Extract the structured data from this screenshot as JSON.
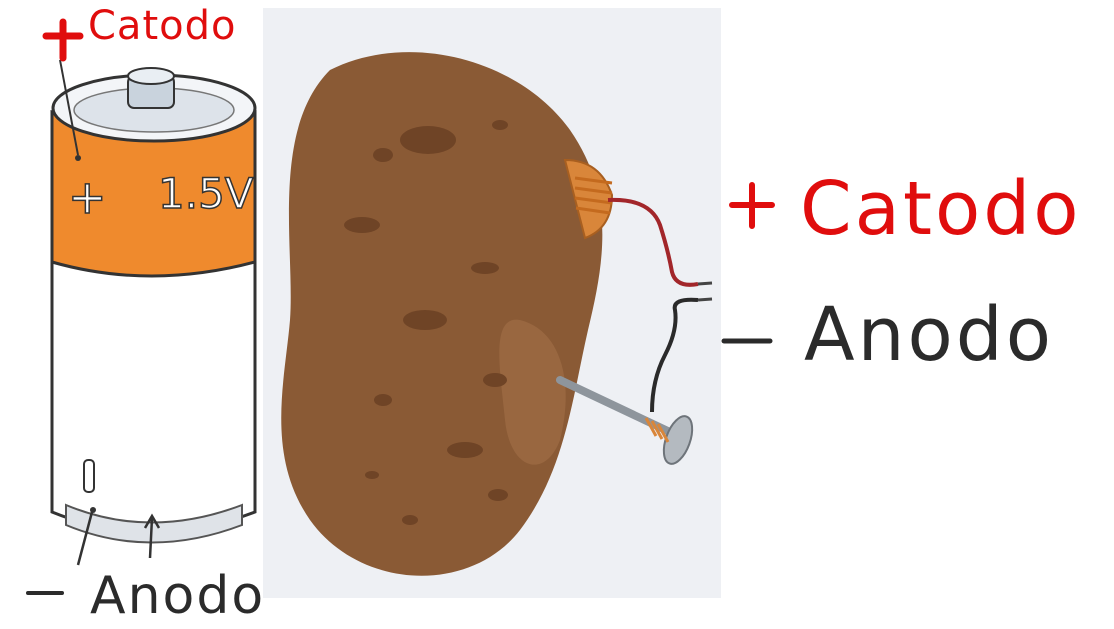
{
  "battery": {
    "voltage_label": "1.5V",
    "plus_mark": "+",
    "catodo": {
      "sign": "+",
      "text": "Catodo"
    },
    "anodo": {
      "sign": "−",
      "text": "Anodo"
    }
  },
  "potato_cell": {
    "catodo": {
      "sign": "+",
      "text": "Catodo"
    },
    "anodo": {
      "sign": "−",
      "text": "Anodo"
    }
  },
  "colors": {
    "positive": "#e00d0d",
    "negative": "#2b2b2b",
    "battery_band": "#ef8a2d",
    "potato": "#8a5a35",
    "copper": "#d9863a",
    "nail": "#9aa0a6"
  }
}
